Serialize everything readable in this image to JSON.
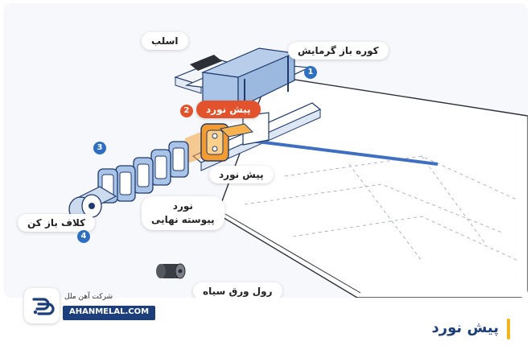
{
  "labels": {
    "slab": "اسلب",
    "furnace": "کوره باز گرمایش",
    "roughing_active": "پیش نورد",
    "roughing": "پیش نورد",
    "finishing_line1": "نورد",
    "finishing_line2": "پیوسته نهایی",
    "coiler": "کلاف باز کن",
    "black_coil": "رول ورق سیاه"
  },
  "badges": [
    "1",
    "2",
    "3",
    "4"
  ],
  "brand": {
    "name": "شرکت آهن ملل",
    "url": "AHANMELAL.COM"
  },
  "footer": {
    "title": "پیش نورد"
  },
  "colors": {
    "accent_orange": "#e2532d",
    "badge_blue": "#2f6fbf",
    "machine_blue": "#a9c4e6",
    "machine_outline": "#1e3a6e",
    "brand_navy": "#1c3e7a",
    "footer_yellow": "#f2b51d"
  }
}
